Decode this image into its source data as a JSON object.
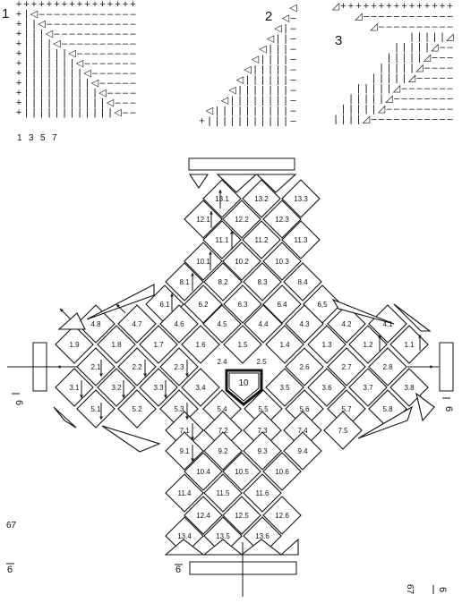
{
  "charts": [
    {
      "number": "1",
      "row_numbers": [
        "1",
        "3",
        "5",
        "7"
      ]
    },
    {
      "number": "2"
    },
    {
      "number": "3"
    }
  ],
  "chart_symbols": {
    "knit": "+",
    "purl": "−",
    "decrease": "◿",
    "increase": "◁"
  },
  "squares": [
    "13.1",
    "13.2",
    "13.3",
    "12.1",
    "12.2",
    "12.3",
    "11.1",
    "11.2",
    "11.3",
    "10.1",
    "10.2",
    "10.3",
    "8.1",
    "8.2",
    "8.3",
    "8.4",
    "6.1",
    "6.2",
    "6.3",
    "6.4",
    "6,5",
    "4.8",
    "4.7",
    "4.6",
    "4.5",
    "4.4",
    "4.3",
    "4.2",
    "4.1",
    "1.9",
    "1.8",
    "1.7",
    "1.6",
    "1.5",
    "1.4",
    "1.3",
    "1.2",
    "1.1",
    "2.4",
    "2.5",
    "2.1",
    "2.2",
    "2.3",
    "2.6",
    "2.7",
    "2.8",
    "3.1",
    "3.2",
    "3.3",
    "3.4",
    "3.5",
    "3.6",
    "3,7",
    "3.8",
    "5.1",
    "5.2",
    "5.3",
    "5.4",
    "5.5",
    "5.6",
    "5.7",
    "5.8",
    "7.1",
    "7.2",
    "7.3",
    "7.4",
    "7.5",
    "9.1",
    "9.2",
    "9.3",
    "9.4",
    "10.4",
    "10.5",
    "10.6",
    "11.4",
    "11.5",
    "11.6",
    "12.4",
    "12.5",
    "12.6",
    "13.4",
    "13.5",
    "13.6"
  ],
  "center_square": "10",
  "measurements": {
    "top": "6",
    "left": "6",
    "right": "6",
    "bottom": "6"
  },
  "page_number": "67",
  "footer_page_rotated": "67",
  "footer_fraction_rotated": "6"
}
